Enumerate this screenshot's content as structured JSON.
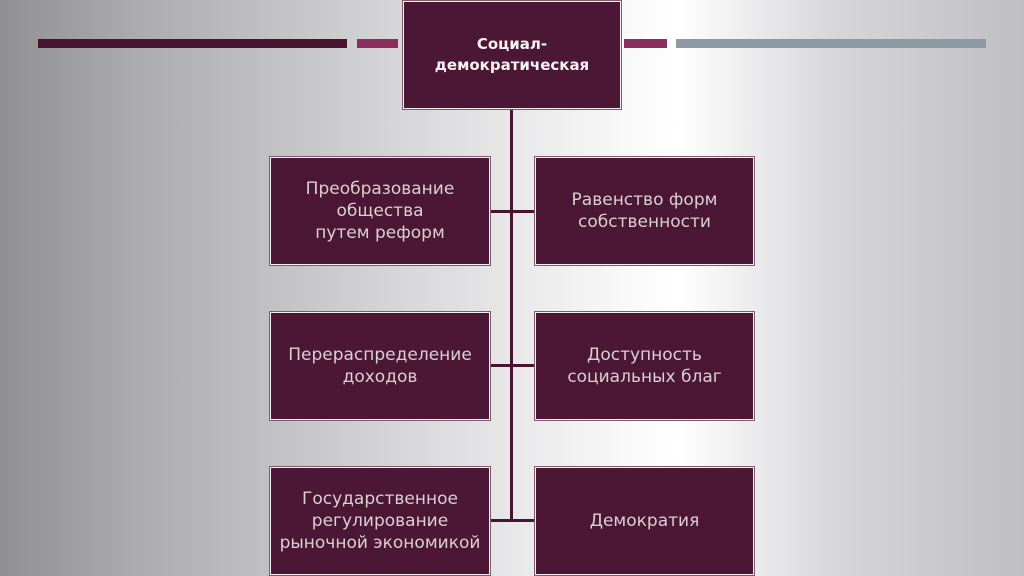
{
  "diagram": {
    "root": "Социал-\nдемократическая",
    "left": [
      "Преобразование\nобщества\nпутем реформ",
      "Перераспределение\nдоходов",
      "Государственное\nрегулирование\nрыночной экономикой"
    ],
    "right": [
      "Равенство форм\nсобственности",
      "Доступность\nсоциальных благ",
      "Демократия"
    ]
  },
  "colors": {
    "box_fill": "#4c1734",
    "connector": "#4a1330",
    "accent_pink": "#8a2e5e",
    "accent_gray": "#8d9aa5"
  }
}
